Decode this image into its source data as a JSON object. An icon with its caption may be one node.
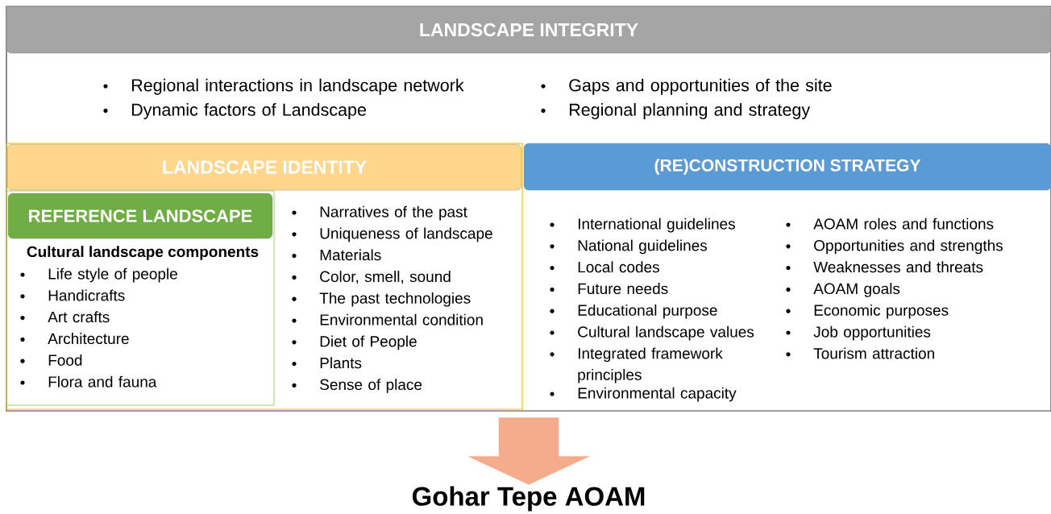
{
  "diagram": {
    "nodes": [
      {
        "text": [
          "LANDSCAPE INTEGRITY",
          "Regional interactions in landscape network",
          "Dynamic factors of Landscape",
          "Gaps and opportunities of the site",
          "Regional planning and strategy"
        ]
      },
      {
        "text": [
          "LANDSCAPE IDENTITY",
          "Narratives of the past",
          "Uniqueness of landscape",
          "Materials",
          "Color, smell, sound",
          "The past technologies",
          "Environmental condition",
          "Diet of People",
          "Plants",
          "Sense of place"
        ],
        "in": 0
      },
      {
        "text": [
          "REFERENCE LANDSCAPE",
          "Cultural landscape components",
          "Life style of people",
          "Handicrafts",
          "Art crafts",
          "Architecture",
          "Food",
          "Flora and fauna"
        ],
        "in": 1
      },
      {
        "text": [
          "(RE)CONSTRUCTION STRATEGY",
          "International guidelines",
          "National guidelines",
          "Local codes",
          "Future needs",
          "Educational purpose",
          "Cultural landscape values",
          "Integrated framework principles",
          "Environmental capacity",
          "AOAM roles and functions",
          "Opportunities and strengths",
          "Weaknesses and threats",
          "AOAM goals",
          "Economic purposes",
          "Job opportunities",
          "Tourism attraction"
        ],
        "in": 0
      },
      {
        "text": [
          "Gohar Tepe AOAM"
        ]
      }
    ],
    "edges": [
      {
        "from": 0,
        "to": 4,
        "arrow": "to",
        "style": "thick",
        "color": "#f4ac8c"
      }
    ]
  }
}
